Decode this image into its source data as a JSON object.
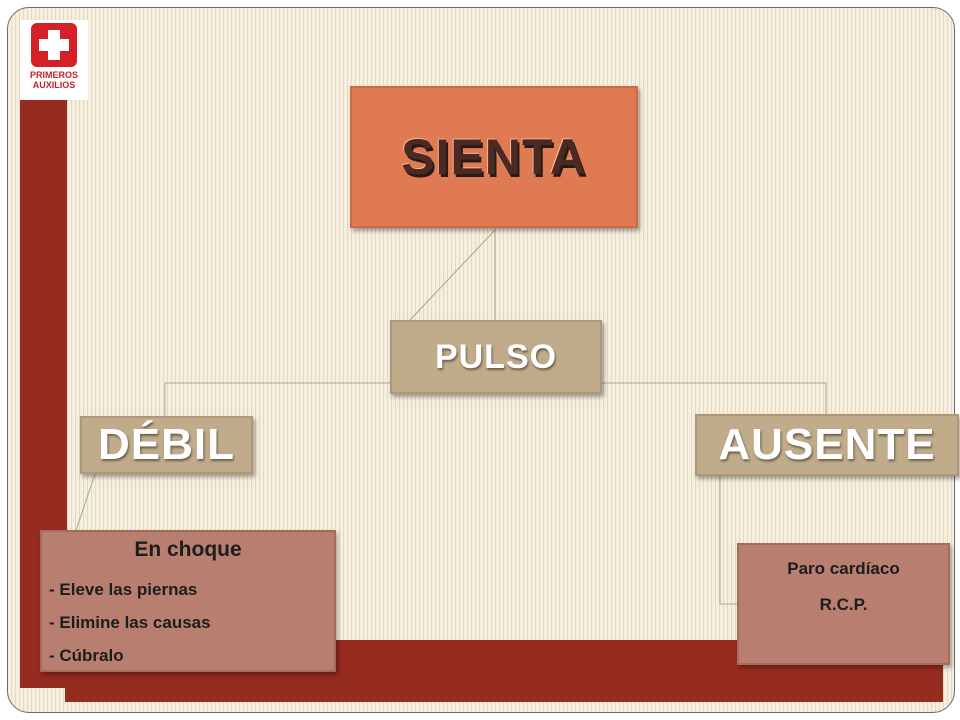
{
  "logo": {
    "line1": "PRIMEROS",
    "line2": "AUXILIOS"
  },
  "nodes": {
    "top": "SIENTA",
    "middle": "PULSO",
    "left": "DÉBIL",
    "right": "AUSENTE"
  },
  "left_detail": {
    "title": "En choque",
    "items": [
      "- Eleve las piernas",
      "- Elimine las causas",
      "- Cúbralo"
    ]
  },
  "right_detail": {
    "line1": "Paro cardíaco",
    "line2": "R.C.P."
  },
  "colors": {
    "accent_dark_red": "#962b20",
    "top_node": "#e07a52",
    "mid_node": "#c0ab8a",
    "detail_box": "#b87f70",
    "logo_red": "#d42026"
  },
  "icons": {
    "logo": "red-cross-icon"
  }
}
